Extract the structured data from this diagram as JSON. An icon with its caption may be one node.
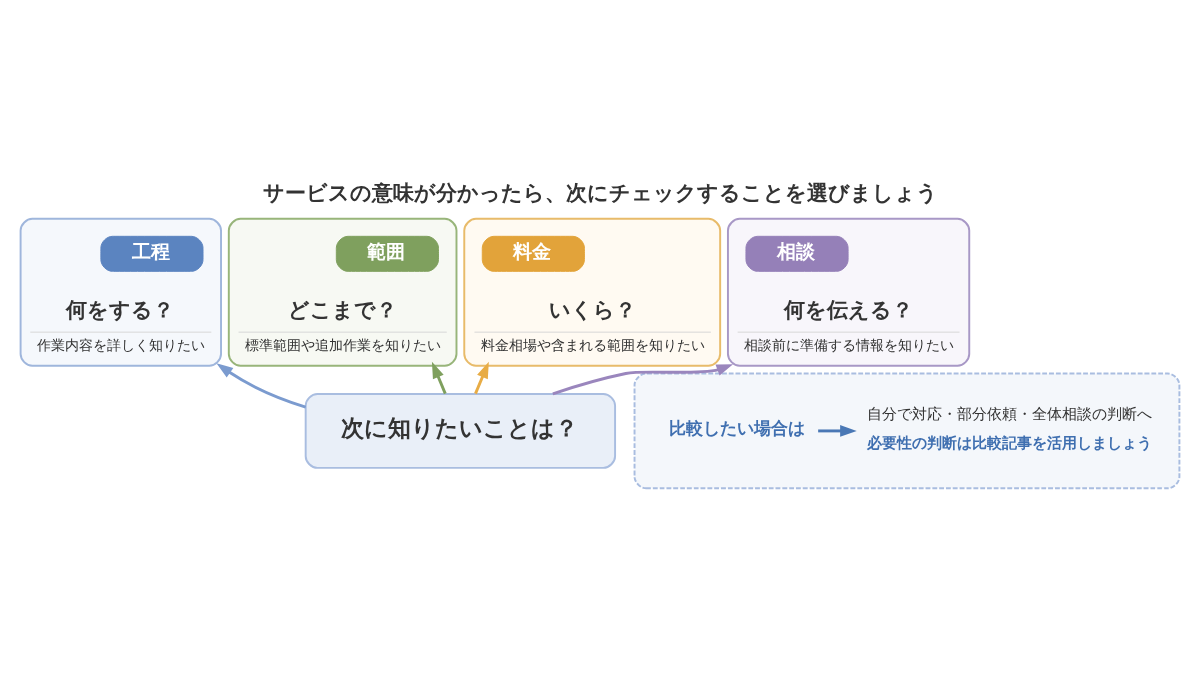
{
  "diagram": {
    "title": "サービスの意味が分かったら、次にチェックすることを選びましょう",
    "nodes": [
      {
        "text": [
          "何をする？",
          "作業内容を詳しく知りたい"
        ]
      },
      {
        "text": [
          "工程"
        ],
        "in": 0
      },
      {
        "text": [
          "どこまで？",
          "標準範囲や追加作業を知りたい"
        ]
      },
      {
        "text": [
          "範囲"
        ],
        "in": 2
      },
      {
        "text": [
          "次に知りたいことは？"
        ]
      },
      {
        "text": [
          "いくら？",
          "料金相場や含まれる範囲を知りたい"
        ]
      },
      {
        "text": [
          "料金"
        ],
        "in": 5
      },
      {
        "text": [
          "何を伝える？",
          "相談前に準備する情報を知りたい"
        ]
      },
      {
        "text": [
          "相談"
        ],
        "in": 7
      },
      {
        "text": [],
        "shape": "box"
      },
      {
        "text": [
          "比較したい場合は"
        ],
        "in": 9
      },
      {
        "text": [
          "自分で対応・部分依頼・全体相談の判断へ",
          "必要性の判断は比較記事を活用しましょう"
        ],
        "in": 9
      }
    ],
    "edges": [
      {
        "from": 4,
        "to": 0,
        "arrow": "to",
        "color": "#7b9bcf"
      },
      {
        "from": 4,
        "to": 2,
        "arrow": "to",
        "color": "#7fa05e"
      },
      {
        "from": 4,
        "to": 5,
        "arrow": "to",
        "color": "#e8ac45"
      },
      {
        "from": 4,
        "to": 7,
        "arrow": "to",
        "color": "#9a86bd"
      },
      {
        "from": 10,
        "to": 11,
        "arrow": "to",
        "color": "#4a78b5"
      }
    ]
  }
}
